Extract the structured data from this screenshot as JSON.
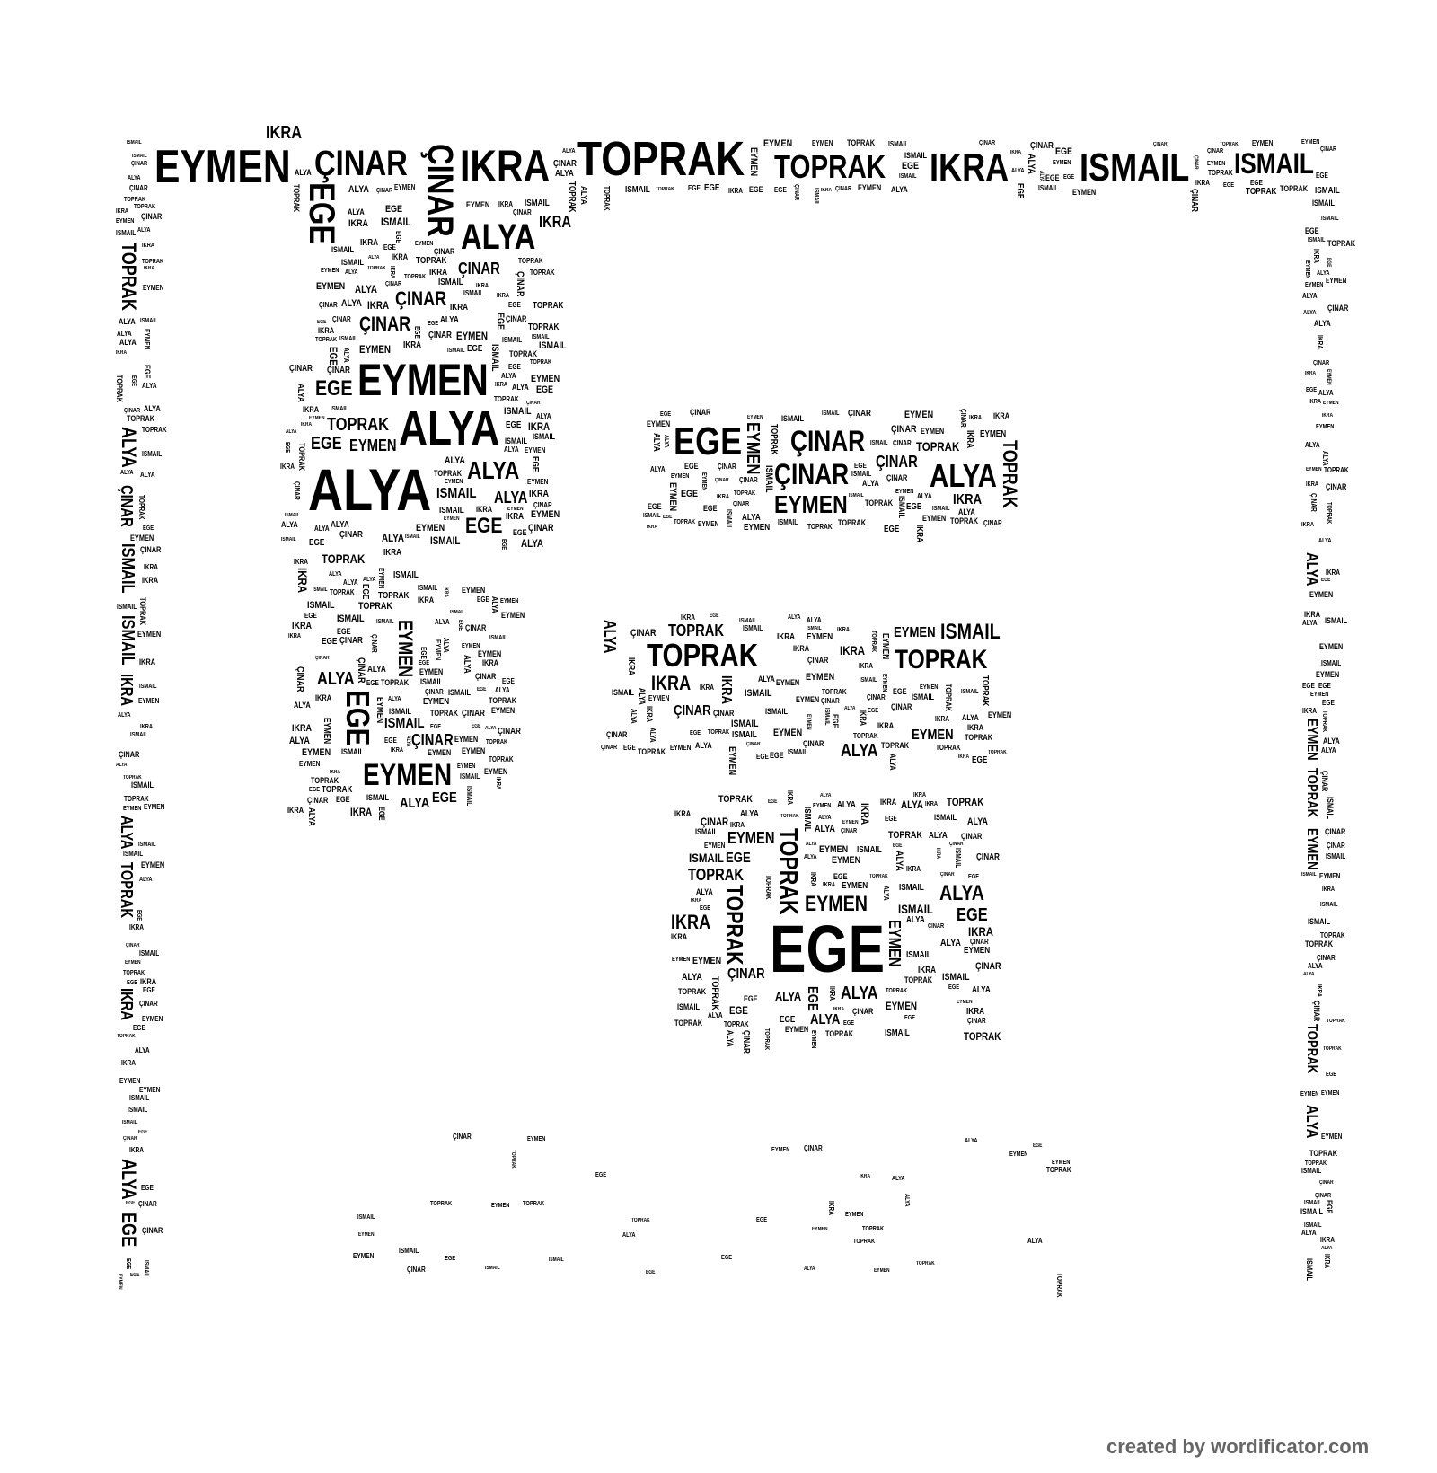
{
  "words": [
    "EYMEN",
    "TOPRAK",
    "IKRA",
    "ISMAIL",
    "EGE",
    "ÇINAR",
    "ALYA"
  ],
  "footer": "created by wordificator.com",
  "colors": {
    "text": "#000000",
    "footer": "#666666",
    "background": "#ffffff"
  }
}
